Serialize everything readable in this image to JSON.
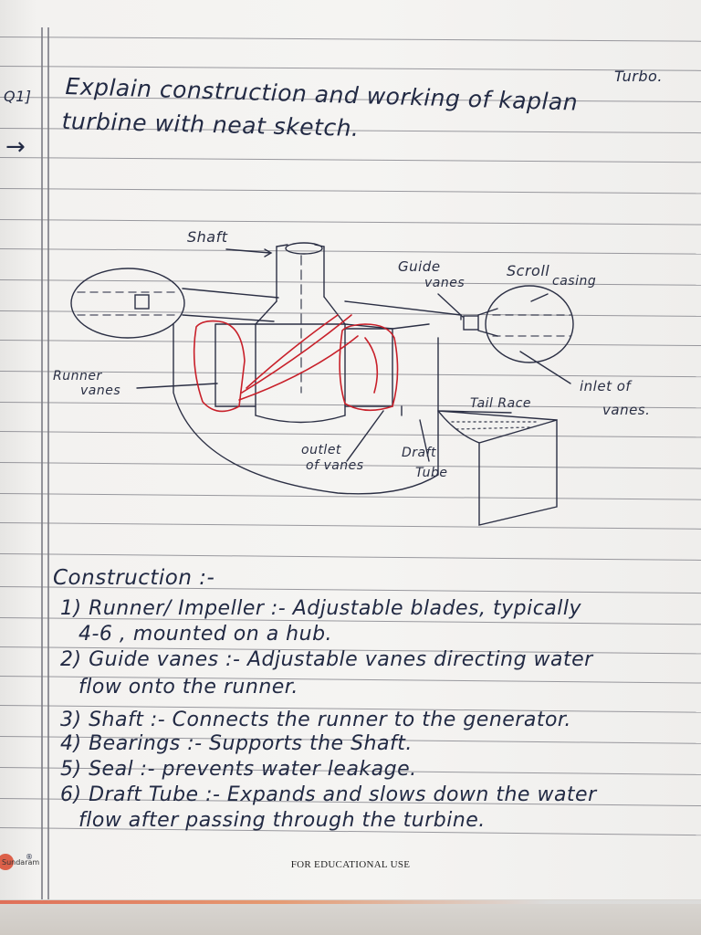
{
  "header": {
    "tag": "Turbo.",
    "question_number": "Q1]",
    "arrow_mark": "→",
    "title_line_1": "Explain construction and working of kaplan",
    "title_line_2": "turbine with neat sketch."
  },
  "diagram": {
    "labels": {
      "shaft": "Shaft",
      "guide_vanes_1": "Guide",
      "guide_vanes_2": "vanes",
      "scroll_casing_1": "Scroll",
      "scroll_casing_2": "casing",
      "runner_vanes_1": "Runner",
      "runner_vanes_2": "vanes",
      "inlet_of_vanes_1": "inlet of",
      "inlet_of_vanes_2": "vanes.",
      "tail_race": "Tail Race",
      "outlet_of_vanes_1": "outlet",
      "outlet_of_vanes_2": "of vanes",
      "draft_tube_1": "Draft",
      "draft_tube_2": "Tube"
    },
    "colors": {
      "ink": "#2b2f44",
      "red_ink": "#c8202a"
    }
  },
  "construction": {
    "heading": "Construction :-",
    "items": [
      {
        "line1": "1) Runner/ Impeller :- Adjustable blades, typically",
        "line2": "4-6 , mounted on a hub."
      },
      {
        "line1": "2) Guide vanes :- Adjustable vanes directing water",
        "line2": "flow onto the runner."
      },
      {
        "line1": "3) Shaft :- Connects the runner to the generator."
      },
      {
        "line1": "4) Bearings :- Supports the Shaft."
      },
      {
        "line1": "5) Seal :- prevents water leakage."
      },
      {
        "line1": "6) Draft Tube :- Expands and slows down the water",
        "line2": "flow after passing through the turbine."
      }
    ]
  },
  "footer": {
    "text": "FOR EDUCATIONAL USE",
    "brand": "Sundaram",
    "brand_mark": "®"
  }
}
